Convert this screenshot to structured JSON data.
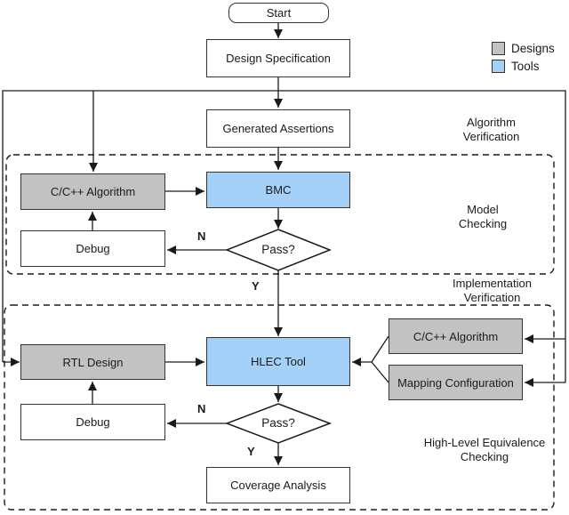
{
  "nodes": {
    "start": {
      "label": "Start"
    },
    "design_spec": {
      "label": "Design Specification"
    },
    "generated_assertions": {
      "label": "Generated Assertions"
    },
    "cpp_algorithm_model": {
      "label": "C/C++ Algorithm"
    },
    "bmc": {
      "label": "BMC"
    },
    "debug_model": {
      "label": "Debug"
    },
    "pass_model": {
      "label": "Pass?"
    },
    "rtl_design": {
      "label": "RTL Design"
    },
    "hlec_tool": {
      "label": "HLEC Tool"
    },
    "cpp_algorithm_impl": {
      "label": "C/C++ Algorithm"
    },
    "mapping_config": {
      "label": "Mapping Configuration"
    },
    "debug_impl": {
      "label": "Debug"
    },
    "pass_impl": {
      "label": "Pass?"
    },
    "coverage_analysis": {
      "label": "Coverage Analysis"
    }
  },
  "regions": {
    "algorithm_verification": {
      "line1": "Algorithm",
      "line2": "Verification"
    },
    "model_checking": {
      "line1": "Model",
      "line2": "Checking"
    },
    "implementation_verification": {
      "line1": "Implementation",
      "line2": "Verification"
    },
    "hlec": {
      "line1": "High-Level Equivalence",
      "line2": "Checking"
    }
  },
  "edge_labels": {
    "yes": "Y",
    "no": "N"
  },
  "legend": {
    "designs": {
      "label": "Designs",
      "color": "#c2c2c2"
    },
    "tools": {
      "label": "Tools",
      "color": "#a3d1f7"
    }
  },
  "colors": {
    "design_fill": "#c2c2c2",
    "tool_fill": "#a3d1f7",
    "line": "#1a1a1a"
  }
}
